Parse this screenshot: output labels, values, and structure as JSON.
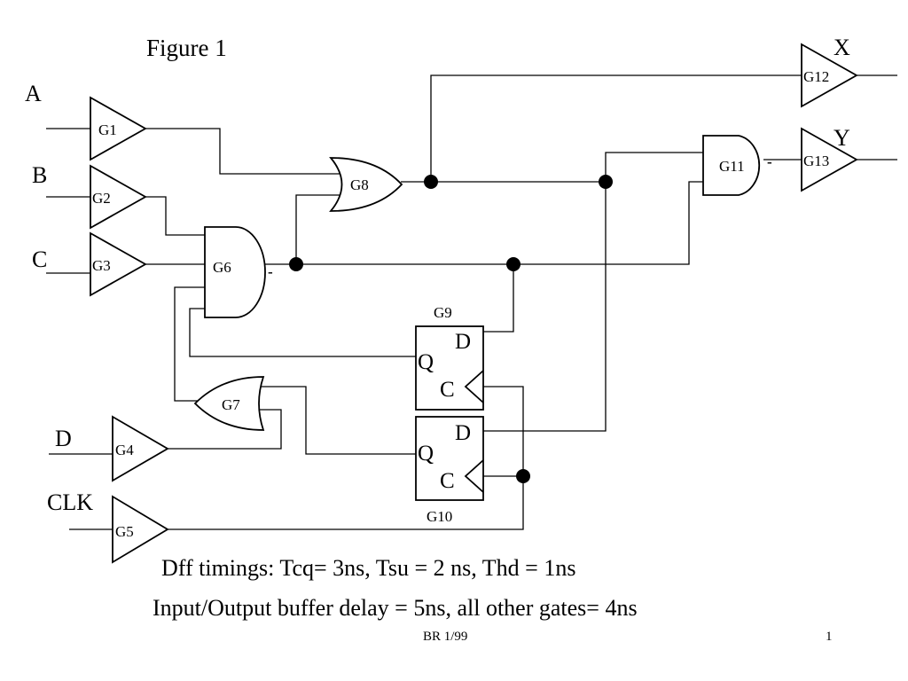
{
  "figure_title": "Figure 1",
  "inputs": {
    "a": "A",
    "b": "B",
    "c": "C",
    "d": "D",
    "clk": "CLK"
  },
  "outputs": {
    "x": "X",
    "y": "Y"
  },
  "gates": {
    "g1": "G1",
    "g2": "G2",
    "g3": "G3",
    "g4": "G4",
    "g5": "G5",
    "g6": "G6",
    "g7": "G7",
    "g8": "G8",
    "g9": "G9",
    "g10": "G10",
    "g11": "G11",
    "g12": "G12",
    "g13": "G13"
  },
  "flipflop_pins": {
    "d": "D",
    "q": "Q",
    "c": "C"
  },
  "inversion_mark": "-",
  "notes": {
    "dff_timings": "Dff timings:  Tcq= 3ns, Tsu = 2 ns, Thd = 1ns",
    "delays": "Input/Output buffer delay = 5ns,  all other gates= 4ns"
  },
  "footer": {
    "author_date": "BR 1/99",
    "page_number": "1"
  }
}
